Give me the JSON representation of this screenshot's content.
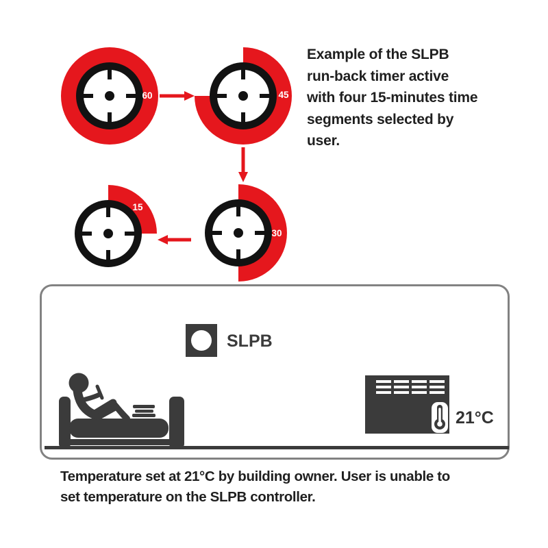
{
  "colors": {
    "red": "#e5171d",
    "dark": "#3b3b3b",
    "clock_black": "#121212",
    "border_gray": "#828282",
    "text": "#1f1f1f"
  },
  "timer_flow": {
    "timers": [
      {
        "label": "60",
        "segment_deg": 360
      },
      {
        "label": "45",
        "segment_deg": 270
      },
      {
        "label": "30",
        "segment_deg": 180
      },
      {
        "label": "15",
        "segment_deg": 90
      }
    ],
    "description_lines": [
      "Example of the SLPB",
      "run-back timer active",
      "with four 15-minutes time",
      "segments selected by",
      "user."
    ]
  },
  "room": {
    "controller_label": "SLPB",
    "temperature": "21°C"
  },
  "caption_lines": [
    "Temperature set at 21°C by building owner. User is unable to",
    "set temperature on the SLPB controller."
  ]
}
